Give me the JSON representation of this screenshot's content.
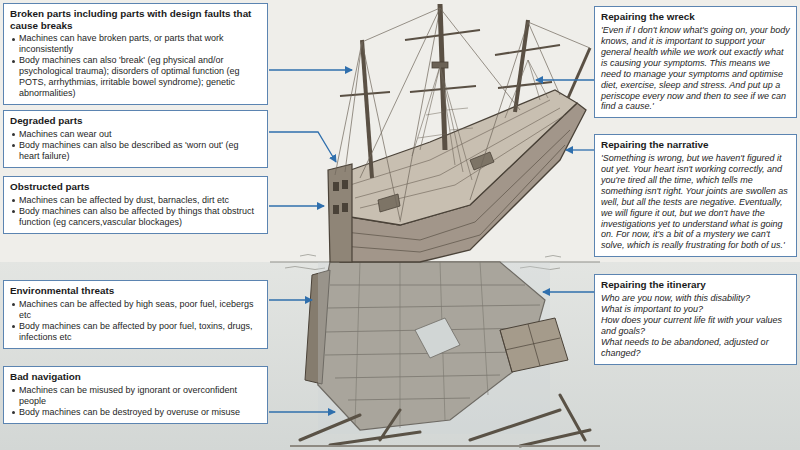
{
  "diagram": {
    "nodes": [
      {
        "text": [
          "Broken parts including parts with design faults that cause breaks",
          "Machines can have broken parts, or parts that work inconsistently",
          "Body machines can also 'break' (eg physical and/or psychological trauma); disorders of optimal function (eg POTS, arrhythmias, irritable bowel syndrome); genetic abnormalities)"
        ]
      },
      {
        "text": [
          "Degraded parts",
          "Machines can wear out",
          "Body machines can also be described as 'worn out' (eg heart failure)"
        ]
      },
      {
        "text": [
          "Obstructed parts",
          "Machines can be affected by dust, barnacles, dirt etc",
          "Body machines can also be affected by things that obstruct function (eg cancers,vascular blockages)"
        ]
      },
      {
        "text": [
          "Environmental threats",
          "Machines can be affected by high seas, poor fuel, icebergs etc",
          "Body machines can be affected by poor fuel, toxins, drugs, infections etc"
        ]
      },
      {
        "text": [
          "Bad navigation",
          "Machines can be misused by ignorant or overconfident people",
          "Body machines can be destroyed by overuse or misuse"
        ]
      },
      {
        "text": [
          "Repairing the wreck",
          "'Even if I don't know what's going on, your body knows, and it is important to support your general health while we work out exactly what is causing your symptoms. This means we need to manage your symptoms and optimise diet, exercise, sleep and stress. And put up a periscope every now and then to see if we can find a cause.'"
        ]
      },
      {
        "text": [
          "Repairing the narrative",
          "'Something is wrong, but we haven't figured it out yet. Your heart isn't working correctly, and you're tired all the time, which tells me something isn't right. Your joints are swollen as well, but all the tests are negative. Eventually, we will figure it out, but we don't have the investigations yet to understand what is going on. For now, it's a bit of a mystery we can't solve, which is really frustrating for both of us.'"
        ]
      },
      {
        "text": [
          "Repairing the itinerary",
          "Who are you now, with this disability?",
          "What is important to you?",
          "How does your current life fit with your values and goals?",
          "What needs to be abandoned, adjusted or changed?"
        ]
      }
    ]
  }
}
